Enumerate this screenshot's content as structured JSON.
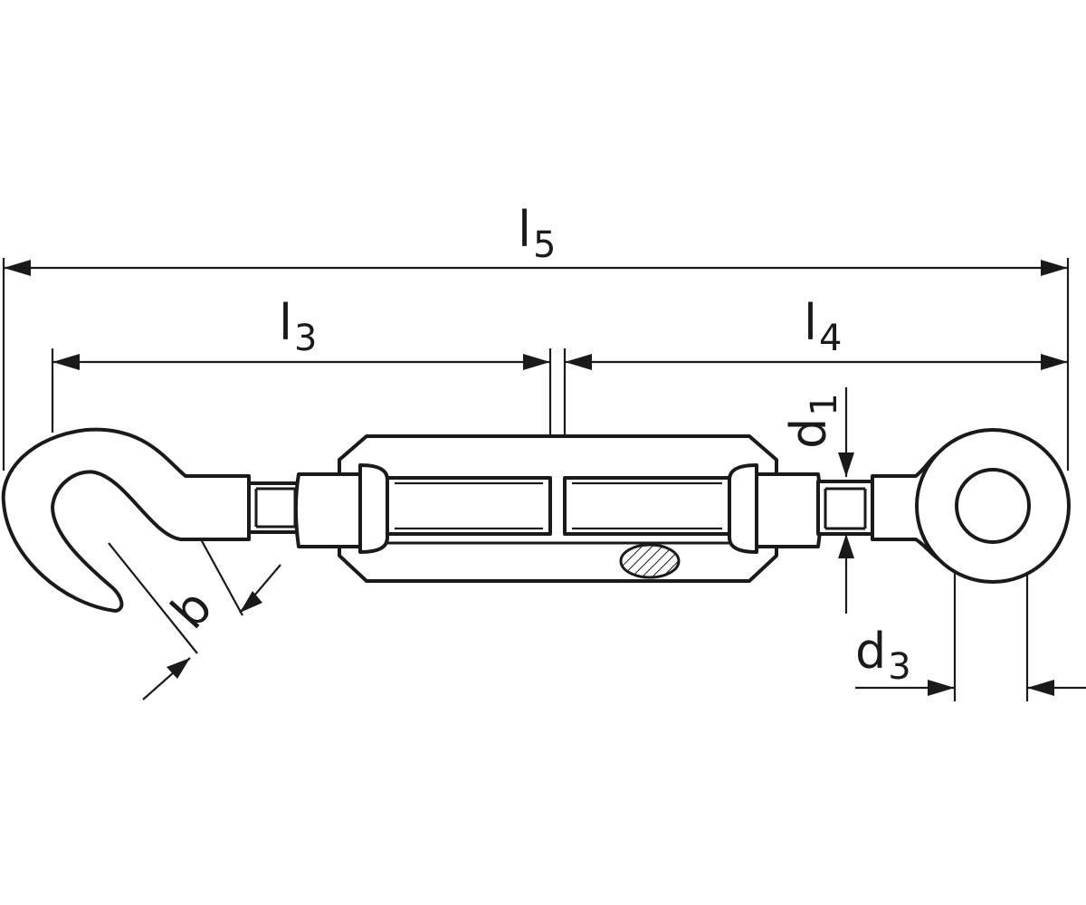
{
  "dimensions": {
    "l5": {
      "main": "l",
      "sub": "5"
    },
    "l3": {
      "main": "l",
      "sub": "3"
    },
    "l4": {
      "main": "l",
      "sub": "4"
    },
    "d1": {
      "main": "d",
      "sub": "1"
    },
    "d3": {
      "main": "d",
      "sub": "3"
    },
    "b": {
      "main": "b"
    }
  },
  "colors": {
    "line": "#1a1a1a",
    "background": "#ffffff"
  },
  "parts": [
    "hook-end",
    "turnbuckle-body",
    "eye-end"
  ]
}
